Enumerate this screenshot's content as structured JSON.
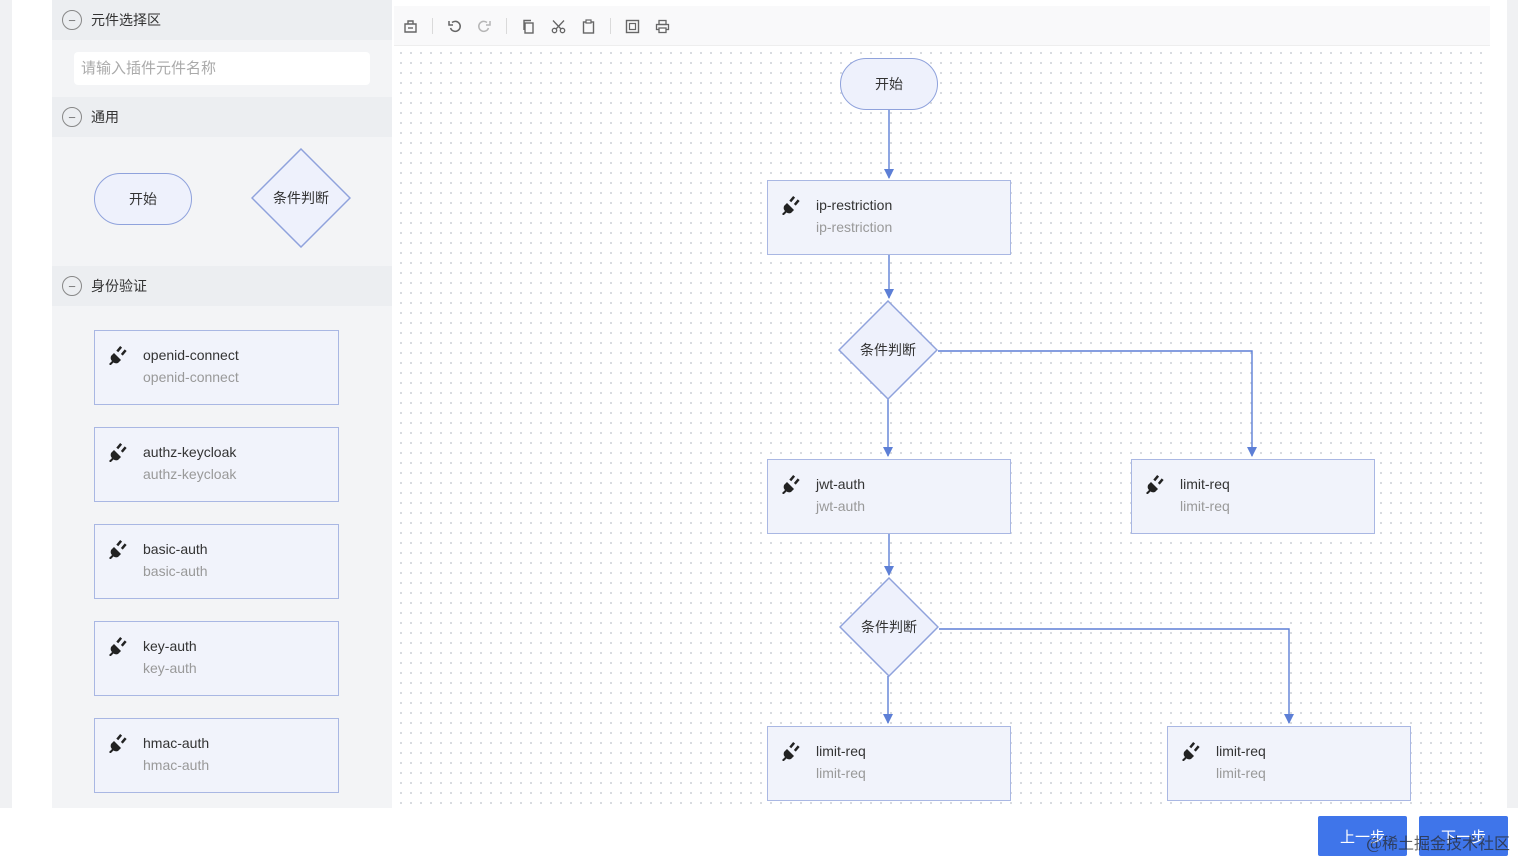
{
  "sidebar": {
    "sections": {
      "palette": {
        "label": "元件选择区"
      },
      "general": {
        "label": "通用"
      },
      "auth": {
        "label": "身份验证"
      }
    },
    "search": {
      "placeholder": "请输入插件元件名称"
    },
    "general_items": {
      "start": "开始",
      "condition": "条件判断"
    },
    "auth_plugins": [
      {
        "name": "openid-connect",
        "desc": "openid-connect"
      },
      {
        "name": "authz-keycloak",
        "desc": "authz-keycloak"
      },
      {
        "name": "basic-auth",
        "desc": "basic-auth"
      },
      {
        "name": "key-auth",
        "desc": "key-auth"
      },
      {
        "name": "hmac-auth",
        "desc": "hmac-auth"
      }
    ]
  },
  "toolbar": {
    "buttons": [
      "save-icon",
      "undo-icon",
      "redo-icon",
      "copy-icon",
      "cut-icon",
      "paste-icon",
      "fit-view-icon",
      "print-icon"
    ]
  },
  "flow": {
    "start": "开始",
    "conditions": [
      "条件判断",
      "条件判断"
    ],
    "plugins": [
      {
        "name": "ip-restriction",
        "desc": "ip-restriction"
      },
      {
        "name": "jwt-auth",
        "desc": "jwt-auth"
      },
      {
        "name": "limit-req",
        "desc": "limit-req"
      },
      {
        "name": "limit-req",
        "desc": "limit-req"
      },
      {
        "name": "limit-req",
        "desc": "limit-req"
      }
    ]
  },
  "footer": {
    "prev": "上一步",
    "next": "下一步",
    "watermark": "@稀土掘金技术社区"
  },
  "colors": {
    "accent": "#3f75ea",
    "node_border": "#a9b7e3",
    "node_fill": "#f1f3fb",
    "edge": "#5d7fd6"
  }
}
